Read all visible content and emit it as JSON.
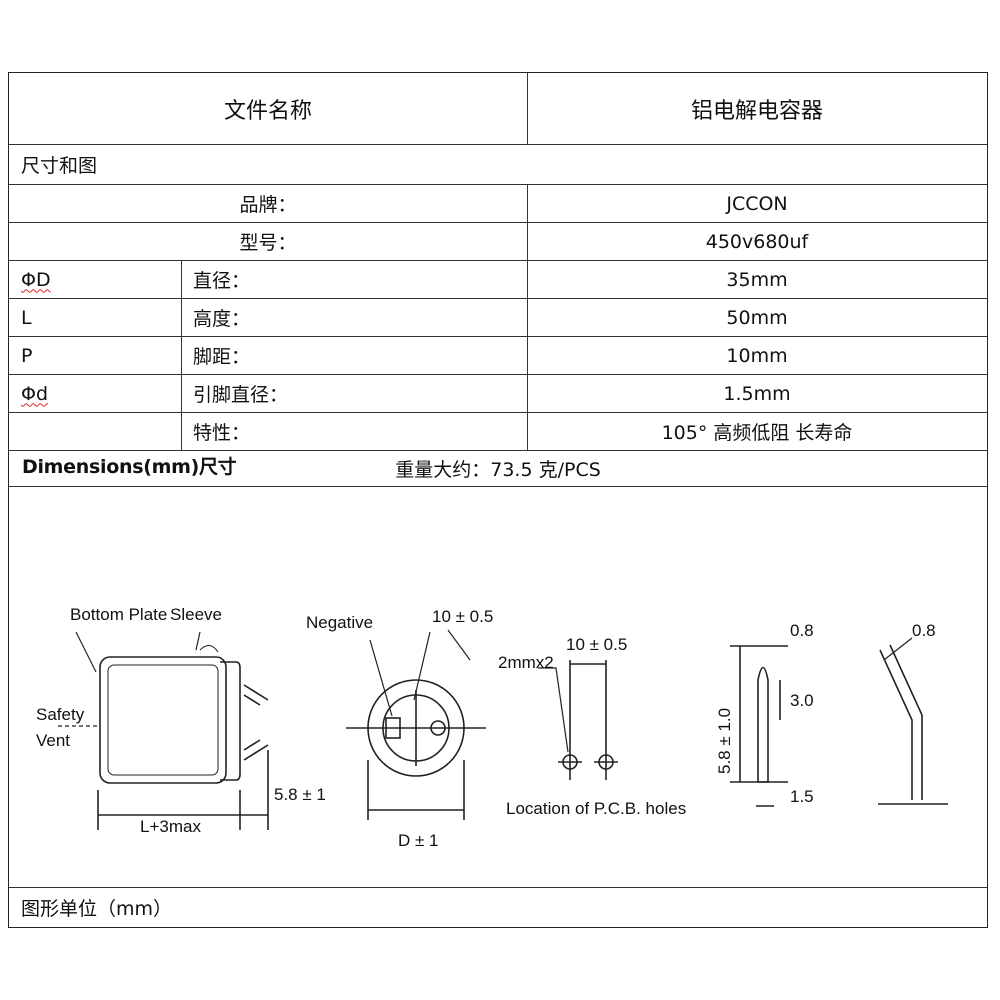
{
  "header": {
    "left": "文件名称",
    "right": "铝电解电容器"
  },
  "section_title": "尺寸和图",
  "specs": [
    {
      "code": "",
      "label": "品牌：",
      "value": "JCCON",
      "span": true
    },
    {
      "code": "",
      "label": "型号：",
      "value": "450v680uf",
      "span": true
    },
    {
      "code": "ΦD",
      "label": "直径：",
      "value": "35mm",
      "span": false
    },
    {
      "code": "L",
      "label": "高度：",
      "value": "50mm",
      "span": false
    },
    {
      "code": "P",
      "label": "脚距：",
      "value": "10mm",
      "span": false
    },
    {
      "code": "Φd",
      "label": "引脚直径：",
      "value": "1.5mm",
      "span": false
    },
    {
      "code": "",
      "label": "特性：",
      "value": "105° 高频低阻 长寿命",
      "span": false
    }
  ],
  "weight": "重量大约：73.5 克/PCS",
  "dimensions_title": "Dimensions(mm)尺寸",
  "diagram_labels": {
    "bottom_plate": "Bottom Plate",
    "sleeve": "Sleeve",
    "safety": "Safety",
    "vent": "Vent",
    "length": "L+3max",
    "lead_len": "5.8 ± 1",
    "negative": "Negative",
    "pitch1": "10 ± 0.5",
    "diameter": "D ± 1",
    "holes": "2mmx2",
    "pitch2": "10 ± 0.5",
    "pcb": "Location of P.C.B. holes",
    "t08a": "0.8",
    "t30": "3.0",
    "t58": "5.8 ± 1.0",
    "t15": "1.5",
    "t08b": "0.8"
  },
  "footer": "图形单位（mm）"
}
